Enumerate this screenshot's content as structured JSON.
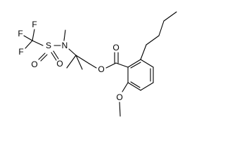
{
  "molecule": {
    "atoms": {
      "F1": "F",
      "F2": "F",
      "F3": "F",
      "S": "S",
      "O_s1": "O",
      "O_s2": "O",
      "N": "N",
      "O_ester_carbonyl": "O",
      "O_ester": "O",
      "O_methoxy": "O"
    }
  }
}
